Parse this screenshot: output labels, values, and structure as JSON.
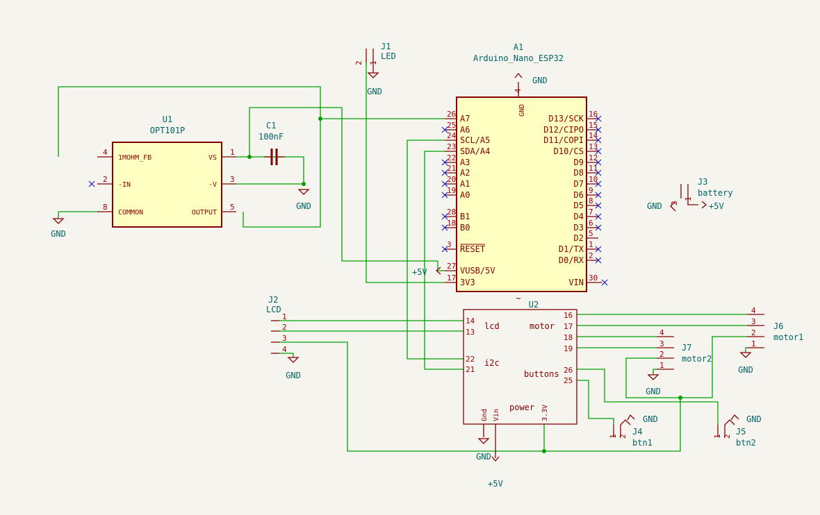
{
  "u1": {
    "ref": "U1",
    "value": "OPT101P",
    "pins": {
      "p4": {
        "num": "4",
        "name": "1MOHM_FB"
      },
      "p2": {
        "num": "2",
        "name": "-IN"
      },
      "p8": {
        "num": "8",
        "name": "COMMON"
      },
      "p1": {
        "num": "1",
        "name": "VS"
      },
      "p3": {
        "num": "3",
        "name": "-V"
      },
      "p5": {
        "num": "5",
        "name": "OUTPUT"
      }
    }
  },
  "c1": {
    "ref": "C1",
    "value": "100nF"
  },
  "j1": {
    "ref": "J1",
    "value": "LED",
    "pin2": "2",
    "pin1": "1"
  },
  "a1": {
    "ref": "A1",
    "value": "Arduino_Nano_ESP32",
    "gnd_pin": "4",
    "gnd_name": "GND",
    "left": [
      [
        "26",
        "A7"
      ],
      [
        "25",
        "A6"
      ],
      [
        "24",
        "SCL/A5"
      ],
      [
        "23",
        "SDA/A4"
      ],
      [
        "22",
        "A3"
      ],
      [
        "21",
        "A2"
      ],
      [
        "20",
        "A1"
      ],
      [
        "19",
        "A0"
      ],
      [
        "28",
        "B1"
      ],
      [
        "18",
        "B0"
      ],
      [
        "3",
        "RESET"
      ],
      [
        "27",
        "VUSB/5V"
      ],
      [
        "17",
        "3V3"
      ]
    ],
    "right": [
      [
        "16",
        "D13/SCK"
      ],
      [
        "15",
        "D12/CIPO"
      ],
      [
        "14",
        "D11/COPI"
      ],
      [
        "13",
        "D10/CS"
      ],
      [
        "12",
        "D9"
      ],
      [
        "11",
        "D8"
      ],
      [
        "10",
        "D7"
      ],
      [
        "9",
        "D6"
      ],
      [
        "8",
        "D5"
      ],
      [
        "7",
        "D4"
      ],
      [
        "6",
        "D3"
      ],
      [
        "5",
        "D2"
      ],
      [
        "1",
        "D1/TX"
      ],
      [
        "2",
        "D0/RX"
      ],
      [
        "30",
        "VIN"
      ]
    ],
    "tilde": "~"
  },
  "j2": {
    "ref": "J2",
    "value": "LCD",
    "pins": [
      "1",
      "2",
      "3",
      "4"
    ]
  },
  "u2": {
    "ref": "U2",
    "group_lcd": "lcd",
    "group_motor": "motor",
    "group_i2c": "i2c",
    "group_buttons": "buttons",
    "group_power": "power",
    "left": [
      "14",
      "13",
      "22",
      "21"
    ],
    "right": [
      "16",
      "17",
      "18",
      "19",
      "26",
      "25"
    ],
    "bottom_gnd": "Gnd",
    "bottom_vin": "Vin",
    "bottom_33": "3.3V"
  },
  "j3": {
    "ref": "J3",
    "value": "battery",
    "pin2": "2",
    "pin1": "1"
  },
  "j4": {
    "ref": "J4",
    "value": "btn1",
    "pin1": "1",
    "pin2": "2"
  },
  "j5": {
    "ref": "J5",
    "value": "btn2",
    "pin1": "1",
    "pin2": "2"
  },
  "j6": {
    "ref": "J6",
    "value": "motor1",
    "pins": [
      "4",
      "3",
      "2",
      "1"
    ]
  },
  "j7": {
    "ref": "J7",
    "value": "motor2",
    "pins": [
      "4",
      "3",
      "2",
      "1"
    ]
  },
  "power": {
    "gnd": "GND",
    "p5v": "+5V"
  }
}
